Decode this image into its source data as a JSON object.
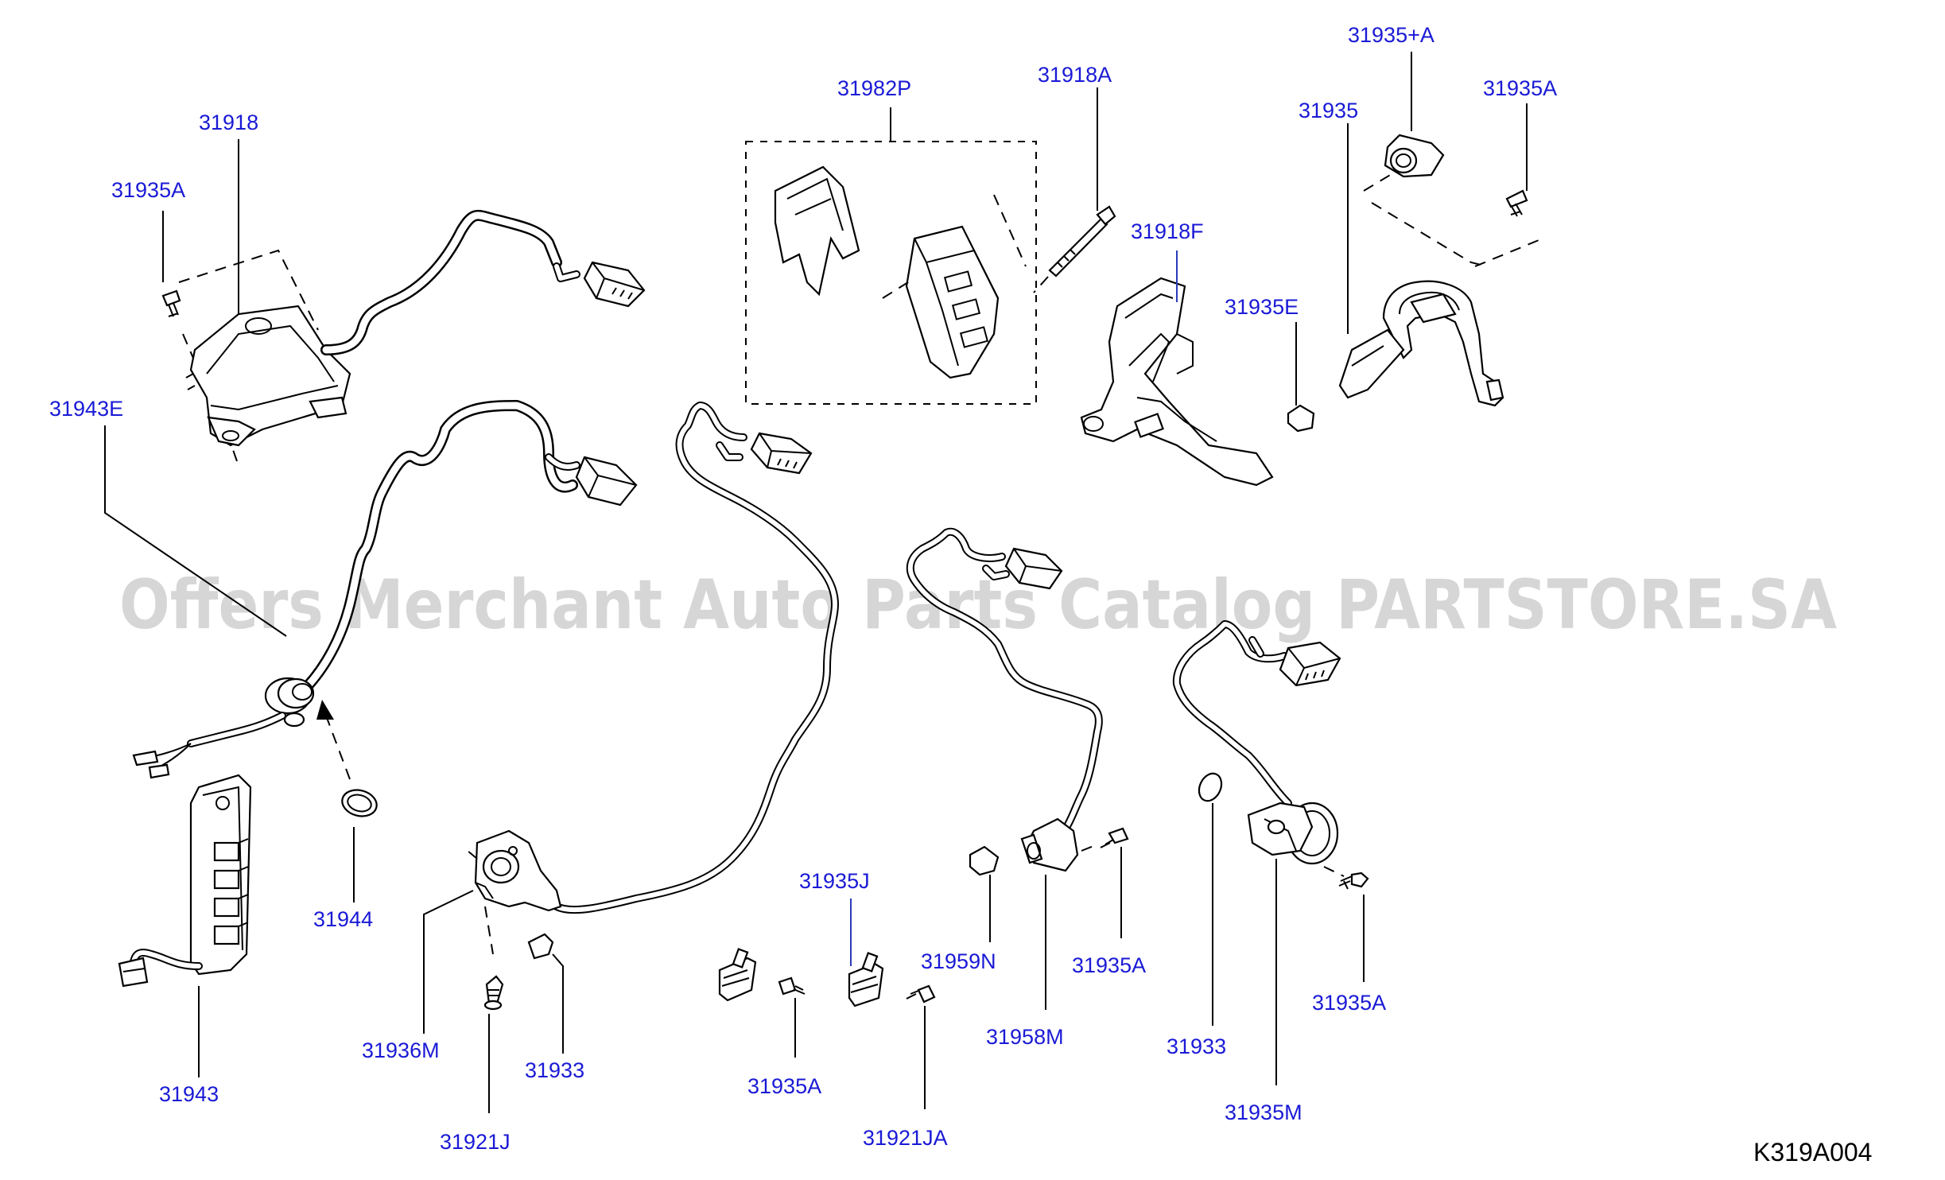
{
  "diagram_code": "K319A004",
  "watermark": "Offers Merchant Auto Parts Catalog PARTSTORE.SA",
  "colors": {
    "part_label": "#1a1ad6",
    "line": "#000000",
    "watermark": "#c9c9c9"
  },
  "labels": {
    "p31918": "31918",
    "p31935A_topleft": "31935A",
    "p31943E": "31943E",
    "p31944": "31944",
    "p31943": "31943",
    "p31936M": "31936M",
    "p31933_left": "31933",
    "p31921J": "31921J",
    "p31982P": "31982P",
    "p31918A": "31918A",
    "p31918F": "31918F",
    "p31935plusA": "31935+A",
    "p31935": "31935",
    "p31935A_topright": "31935A",
    "p31935E": "31935E",
    "p31935J": "31935J",
    "p31935A_bottom_center": "31935A",
    "p31921JA": "31921JA",
    "p31959N": "31959N",
    "p31958M": "31958M",
    "p31935A_mid": "31935A",
    "p31933_right": "31933",
    "p31935M": "31935M",
    "p31935A_right": "31935A"
  }
}
